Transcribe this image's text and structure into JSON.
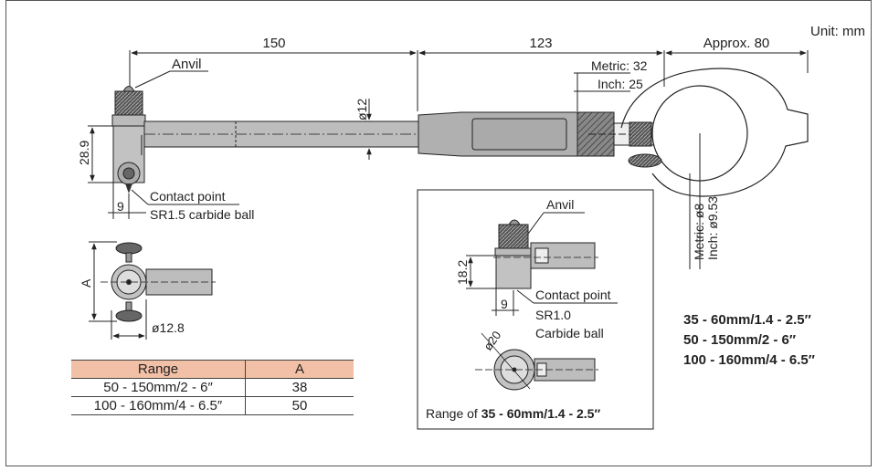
{
  "unit_label": "Unit: mm",
  "main_view": {
    "dim_total_left": "150",
    "dim_total_mid": "123",
    "dim_total_right": "Approx. 80",
    "anvil_label": "Anvil",
    "rod_dia": "ø12",
    "height_dim": "28.9",
    "width_dim": "9",
    "contact_label": "Contact point",
    "contact_desc": "SR1.5  carbide ball",
    "metric_depth": "Metric: 32",
    "inch_depth": "Inch: 25",
    "metric_bore": "Metric: ø8",
    "inch_bore": "Inch: ø9.53"
  },
  "side_view": {
    "a_label": "A",
    "dia_label": "ø12.8"
  },
  "range_table": {
    "headers": [
      "Range",
      "A"
    ],
    "rows": [
      [
        "50 - 150mm/2 - 6″",
        "38"
      ],
      [
        "100 - 160mm/4 - 6.5″",
        "50"
      ]
    ]
  },
  "inset": {
    "anvil_label": "Anvil",
    "height_dim": "18.2",
    "width_dim": "9",
    "contact_label": "Contact point",
    "contact_desc1": "SR1.0",
    "contact_desc2": "Carbide ball",
    "dia_label": "ø20",
    "caption_prefix": "Range of ",
    "caption_bold": "35 - 60mm/1.4 - 2.5″"
  },
  "ranges": [
    "35 - 60mm/1.4 - 2.5″",
    "50 - 150mm/2 - 6″",
    "100 - 160mm/4 - 6.5″"
  ],
  "colors": {
    "table_header": "#f2c0a6",
    "part_fill": "#b3b3b3",
    "part_dark": "#4d4d4d",
    "line": "#222222"
  }
}
